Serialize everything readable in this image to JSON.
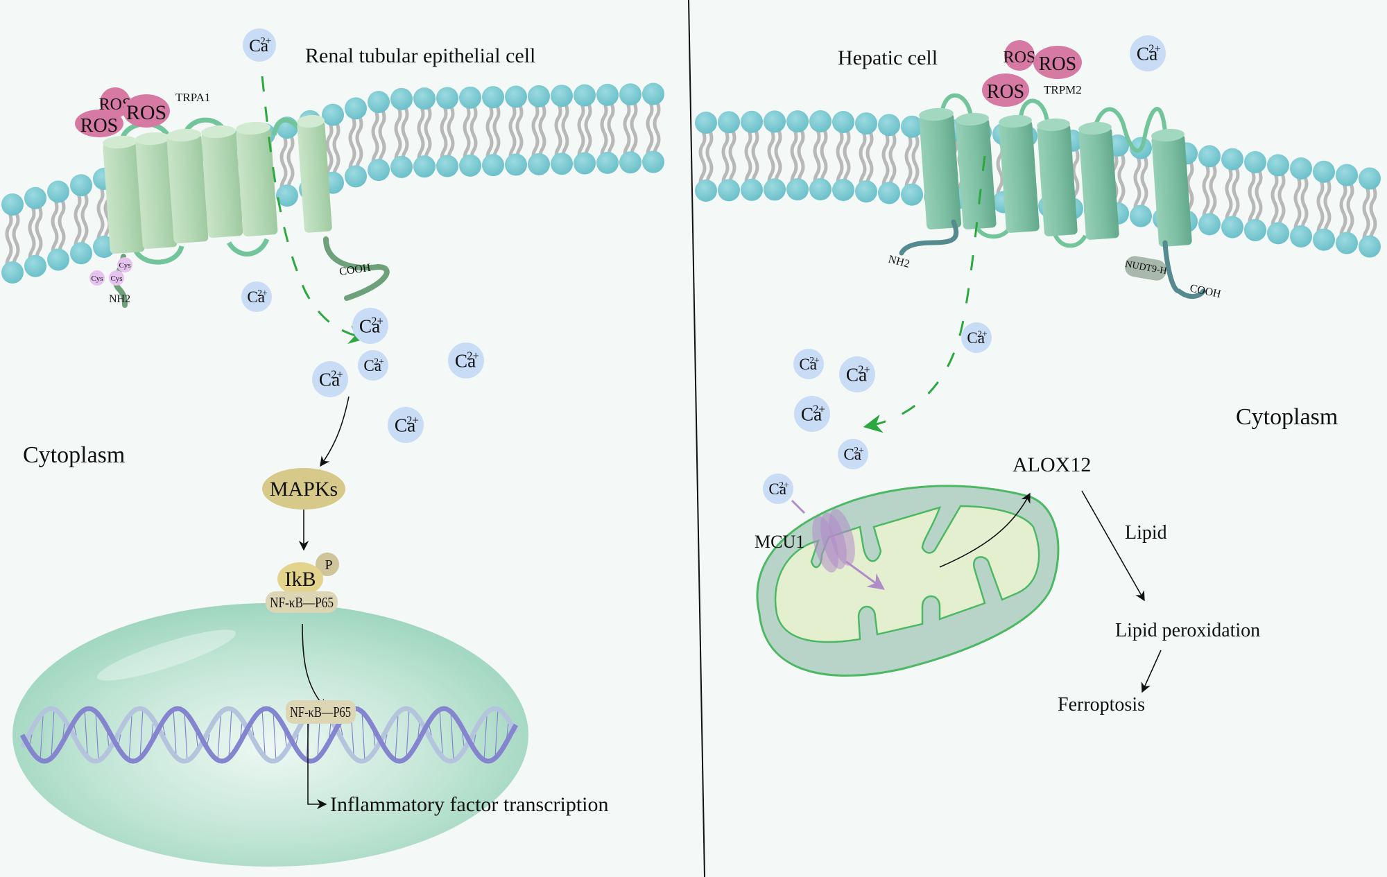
{
  "panels": {
    "left": {
      "cell_label": "Renal tubular epithelial cell",
      "region_label": "Cytoplasm",
      "channel_label": "TRPA1",
      "ros": [
        "ROS",
        "ROS",
        "ROS"
      ],
      "cys": [
        "Cys",
        "Cys",
        "Cys"
      ],
      "n_terminus": "NH2",
      "c_terminus": "COOH",
      "pathway": {
        "kinase": "MAPKs",
        "inhibitor": "IkB",
        "phospho": "P",
        "complex_cytoplasm": "NF-κB—P65",
        "complex_nucleus": "NF-κB—P65",
        "outcome": "Inflammatory factor transcription"
      }
    },
    "right": {
      "cell_label": "Hepatic cell",
      "region_label": "Cytoplasm",
      "channel_label": "TRPM2",
      "ros": [
        "ROS",
        "ROS",
        "ROS"
      ],
      "n_terminus": "NH2",
      "c_terminus": "COOH",
      "domain_label": "NUDT9-H",
      "mito_channel_label": "MCU1",
      "pathway": {
        "enzyme": "ALOX12",
        "substrate": "Lipid",
        "process": "Lipid peroxidation",
        "outcome": "Ferroptosis"
      }
    }
  },
  "ion": {
    "symbol": "Ca",
    "charge": "2+"
  },
  "colors": {
    "background": "#f4f9f8",
    "lipid_head": "#7ccbd3",
    "lipid_tail": "#b8b8b8",
    "trpa1_helix": "#b7d9b8",
    "trpm2_helix": "#7dbfa2",
    "loop_green": "#72c59a",
    "ros": "#d67aa3",
    "calcium": "#c9dcf5",
    "cys": "#e6c3ef",
    "mapk": "#d6c98a",
    "nfkb": "#ddd6b4",
    "nucleus": "#9fd6c0",
    "dna_dark": "#8484cf",
    "dna_light": "#b5c4dd",
    "mito_outer": "#b8d4c8",
    "mito_inner": "#e4efcf",
    "mito_stroke": "#4cb863",
    "mcu": "#b08cc8",
    "flux_arrow": "#2ca83f"
  }
}
